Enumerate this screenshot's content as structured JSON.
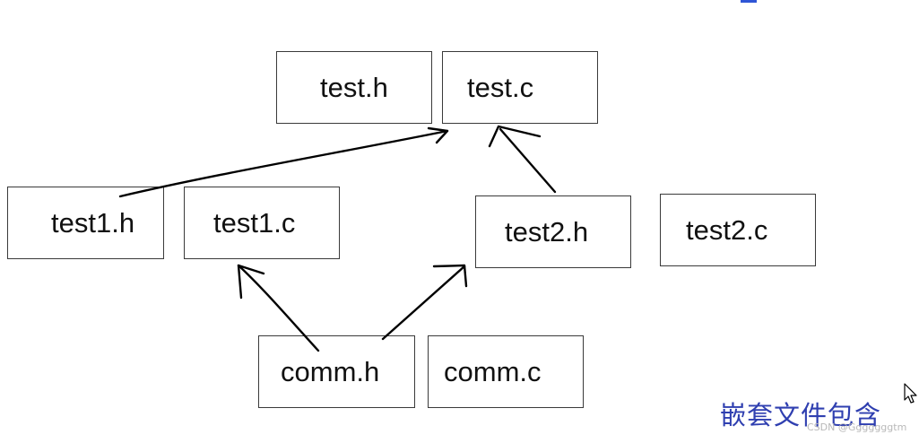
{
  "diagram": {
    "nodes": [
      {
        "id": "test-h",
        "label": "test.h"
      },
      {
        "id": "test-c",
        "label": "test.c"
      },
      {
        "id": "test1-h",
        "label": "test1.h"
      },
      {
        "id": "test1-c",
        "label": "test1.c"
      },
      {
        "id": "test2-h",
        "label": "test2.h"
      },
      {
        "id": "test2-c",
        "label": "test2.c"
      },
      {
        "id": "comm-h",
        "label": "comm.h"
      },
      {
        "id": "comm-c",
        "label": "comm.c"
      }
    ],
    "edges": [
      {
        "from": "test1-h",
        "to": "test-c"
      },
      {
        "from": "test2-h",
        "to": "test-c"
      },
      {
        "from": "comm-h",
        "to": "test1-c"
      },
      {
        "from": "comm-h",
        "to": "test2-h"
      }
    ],
    "caption": "嵌套文件包含",
    "watermark": "CSDN @Gggggggtm",
    "colors": {
      "caption": "#2f3fb0",
      "border": "#3a3a3a",
      "arrow": "#000000"
    }
  },
  "cursor_icon": "mouse-pointer-icon"
}
